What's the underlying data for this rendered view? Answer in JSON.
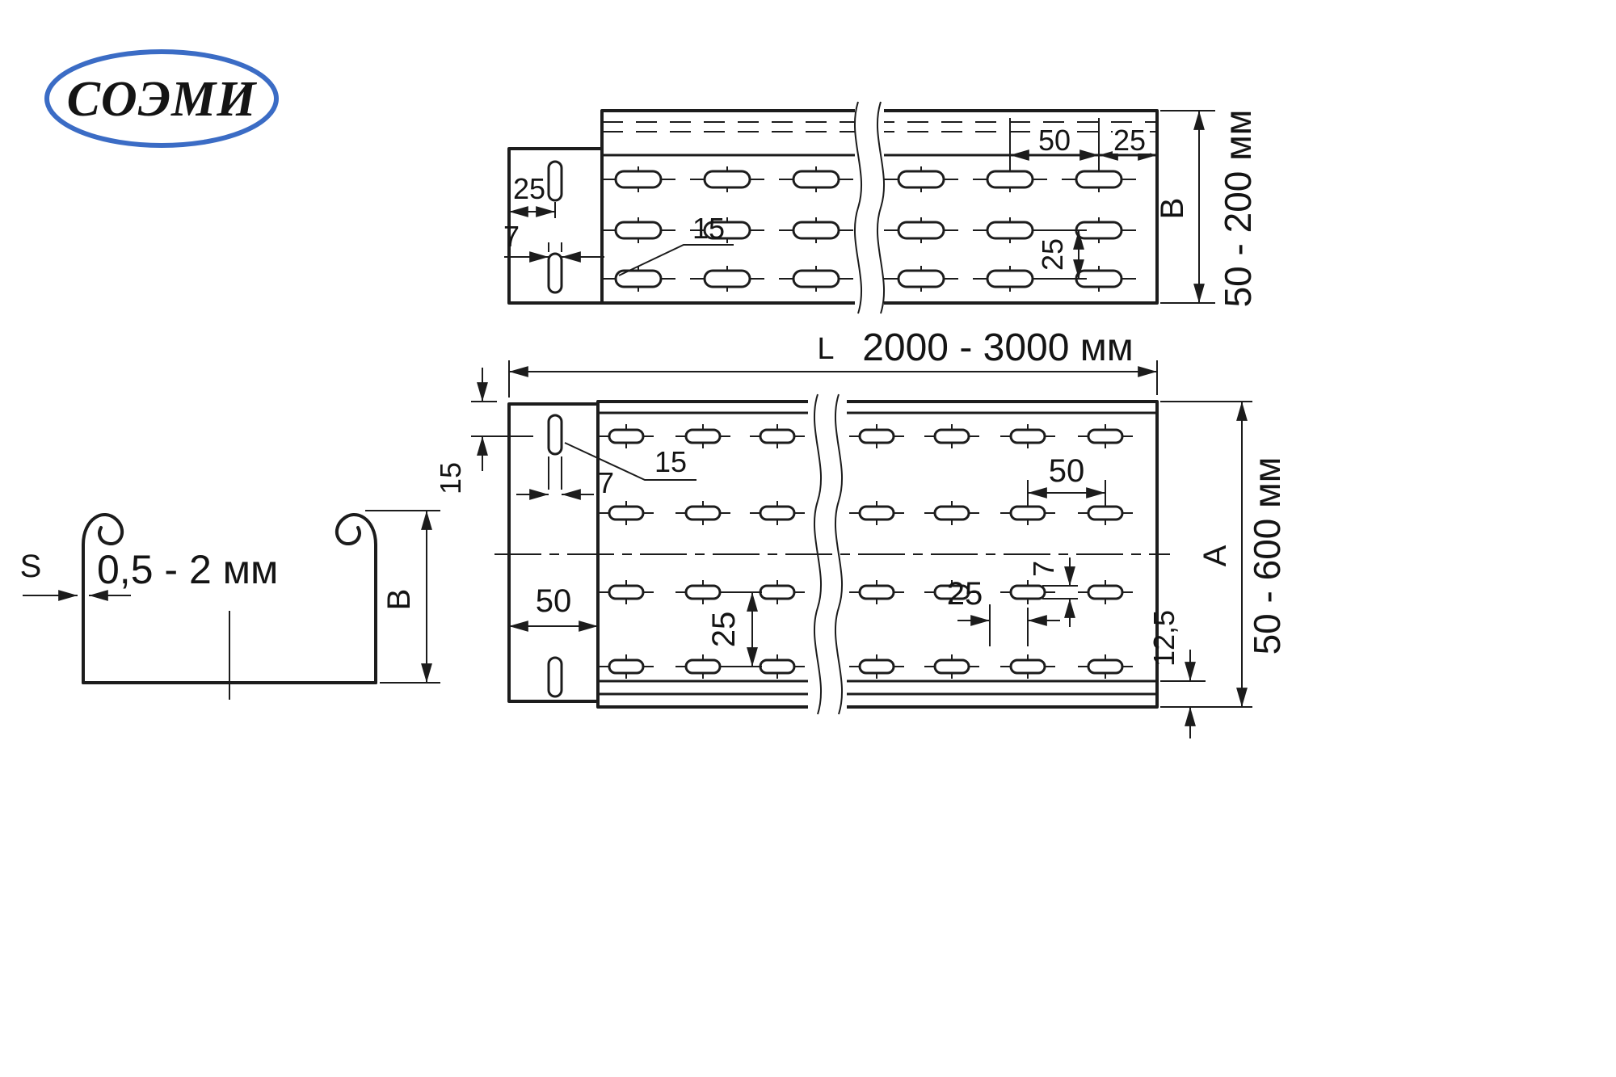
{
  "logo": {
    "text": "СОЭМИ",
    "color": "#3b6cc5"
  },
  "section_view": {
    "thickness_symbol": "S",
    "thickness_value": "0,5 - 2 мм",
    "height_symbol": "B"
  },
  "side_view": {
    "slot_pitch": "50",
    "edge_offset": "25",
    "tab_hole_offset": "25",
    "slot_width": "7",
    "slot_length": "15",
    "row_pitch": "25",
    "height_symbol": "B",
    "height_range": "50 - 200 мм"
  },
  "plan_view": {
    "length_symbol": "L",
    "length_range": "2000 - 3000 мм",
    "end_offset": "15",
    "tab_slot_width": "7",
    "tab_slot_length": "15",
    "tab_width": "50",
    "row_pitch": "25",
    "column_pitch": "50",
    "slot_width": "7",
    "half_pitch": "25",
    "edge_width": "12,5",
    "width_symbol": "A",
    "width_range": "50 - 600 мм"
  }
}
